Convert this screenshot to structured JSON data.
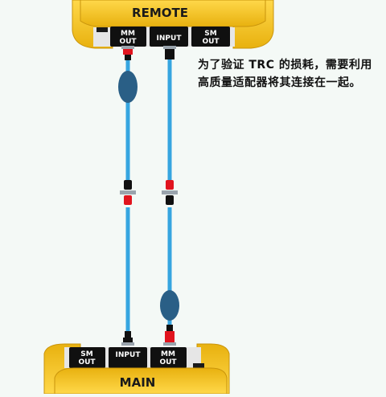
{
  "remote": {
    "title": "REMOTE",
    "ports": {
      "mm_out": [
        "MM",
        "OUT"
      ],
      "input": [
        "INPUT"
      ],
      "sm_out": [
        "SM",
        "OUT"
      ]
    }
  },
  "main": {
    "title": "MAIN",
    "ports": {
      "sm_out": [
        "SM",
        "OUT"
      ],
      "input": [
        "INPUT"
      ],
      "mm_out": [
        "MM",
        "OUT"
      ]
    }
  },
  "caption": "为了验证 TRC 的损耗，需要利用高质量适配器将其连接在一起。",
  "colors": {
    "device_yellow": "#f2c21b",
    "device_dark_yellow": "#c9940c",
    "port_black": "#101010",
    "fiber_blue": "#36a5e0",
    "connector_red": "#e1141e",
    "mandrel_blue": "#2a5f86",
    "ferrule_gray": "#9aa4ad"
  }
}
